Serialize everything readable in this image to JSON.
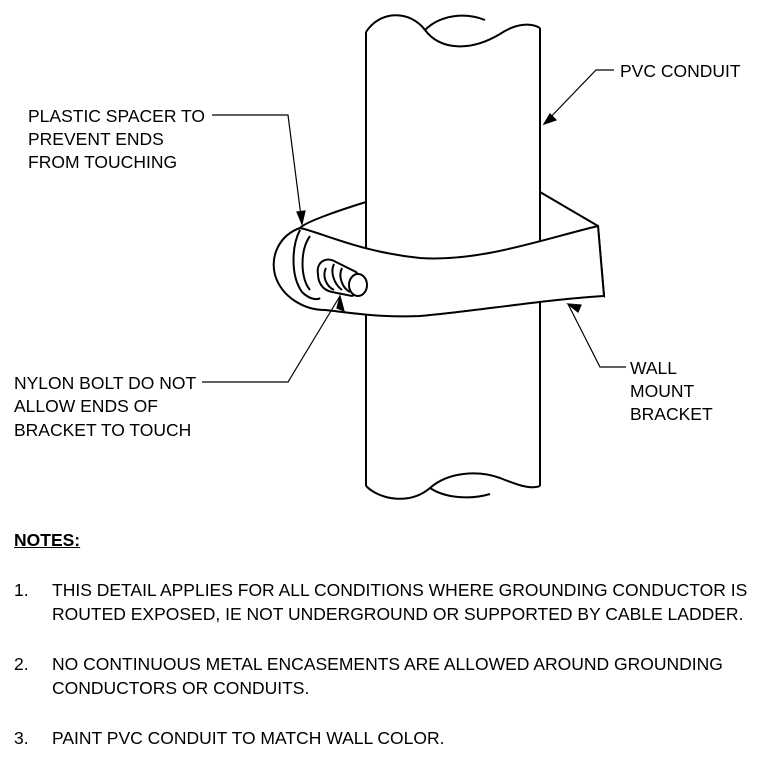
{
  "labels": {
    "pvc_conduit": "PVC CONDUIT",
    "spacer": [
      "PLASTIC SPACER TO",
      "PREVENT ENDS",
      "FROM TOUCHING"
    ],
    "bolt": [
      "NYLON BOLT DO NOT",
      "ALLOW ENDS OF",
      "BRACKET TO TOUCH"
    ],
    "bracket": [
      "WALL",
      "MOUNT",
      "BRACKET"
    ]
  },
  "notes": {
    "title": "NOTES:",
    "items": [
      {
        "num": "1.",
        "lines": [
          "THIS DETAIL APPLIES FOR ALL CONDITIONS WHERE GROUNDING CONDUCTOR IS",
          "ROUTED EXPOSED, IE NOT UNDERGROUND OR SUPPORTED BY CABLE LADDER."
        ]
      },
      {
        "num": "2.",
        "lines": [
          "NO CONTINUOUS METAL ENCASEMENTS ARE ALLOWED AROUND GROUNDING",
          "CONDUCTORS OR CONDUITS."
        ]
      },
      {
        "num": "3.",
        "lines": [
          "PAINT PVC CONDUIT TO MATCH WALL COLOR."
        ]
      }
    ]
  }
}
